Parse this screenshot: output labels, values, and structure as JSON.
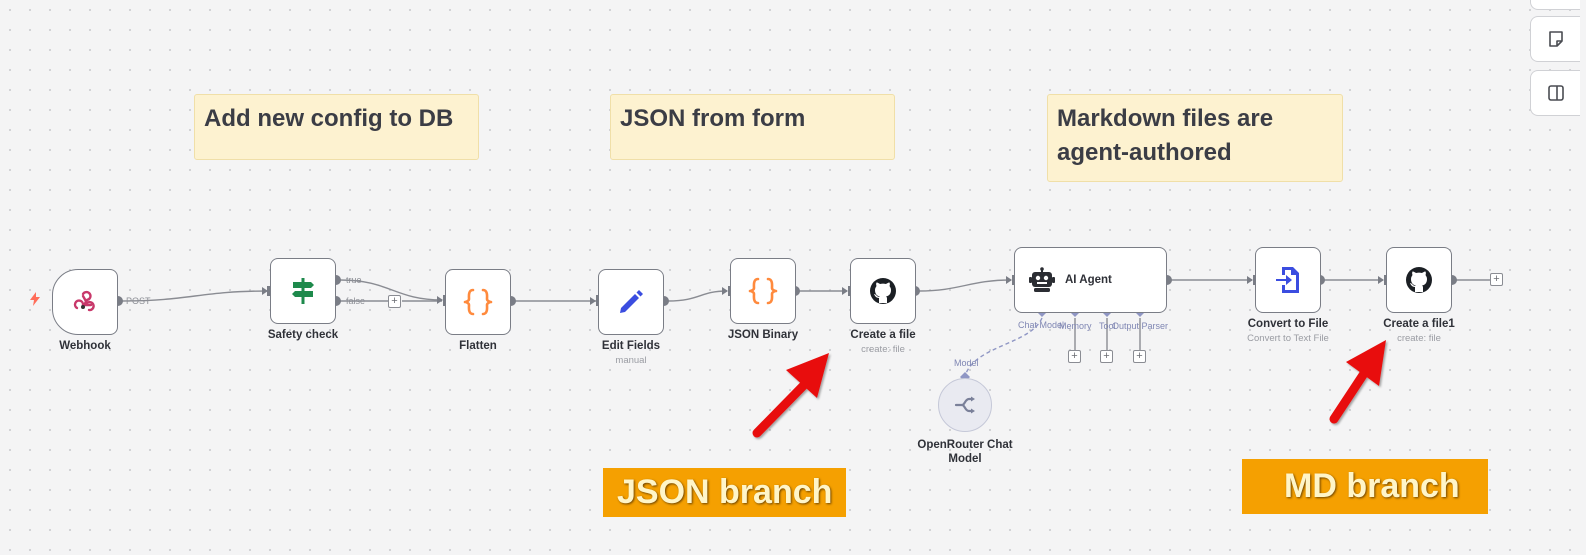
{
  "canvas": {
    "sticky_notes": [
      {
        "lines": [
          "Add new config to DB"
        ]
      },
      {
        "lines": [
          "JSON from form"
        ]
      },
      {
        "lines": [
          "Markdown files are",
          "agent-authored"
        ]
      }
    ],
    "nodes": {
      "webhook": {
        "label": "Webhook",
        "output_label": "POST",
        "icon": "webhook-icon"
      },
      "safety_check": {
        "label": "Safety check",
        "outputs": [
          "true",
          "false"
        ],
        "icon": "signpost-icon"
      },
      "flatten": {
        "label": "Flatten",
        "icon": "code-braces-icon"
      },
      "edit_fields": {
        "label": "Edit Fields",
        "subtitle": "manual",
        "icon": "pencil-icon"
      },
      "json_binary": {
        "label": "JSON Binary",
        "icon": "code-braces-icon"
      },
      "create_file": {
        "label": "Create a file",
        "subtitle": "create: file",
        "icon": "github-icon"
      },
      "ai_agent": {
        "label": "AI Agent",
        "slots": [
          "Chat Model",
          "Memory",
          "Tool",
          "Output Parser"
        ],
        "icon": "robot-icon"
      },
      "openrouter": {
        "label_lines": [
          "OpenRouter Chat",
          "Model"
        ],
        "slot_label": "Model",
        "icon": "openrouter-icon"
      },
      "convert_to_file": {
        "label": "Convert to File",
        "subtitle": "Convert to Text File",
        "icon": "file-arrow-icon"
      },
      "create_file1": {
        "label": "Create a file1",
        "subtitle": "create: file",
        "icon": "github-icon"
      }
    },
    "annotations": {
      "json_branch": "JSON branch",
      "md_branch": "MD branch"
    },
    "plus_symbol": "+"
  },
  "colors": {
    "sticky_bg": "#fdf2d0",
    "wire": "#8a8c93",
    "accent_orange": "#ff6d3a",
    "edit_fields_blue": "#3b4de0",
    "safety_green": "#1e8a4c",
    "annotation_bg": "#f5a001",
    "arrow_red": "#e81010",
    "ai_slot": "#7f86b3"
  }
}
